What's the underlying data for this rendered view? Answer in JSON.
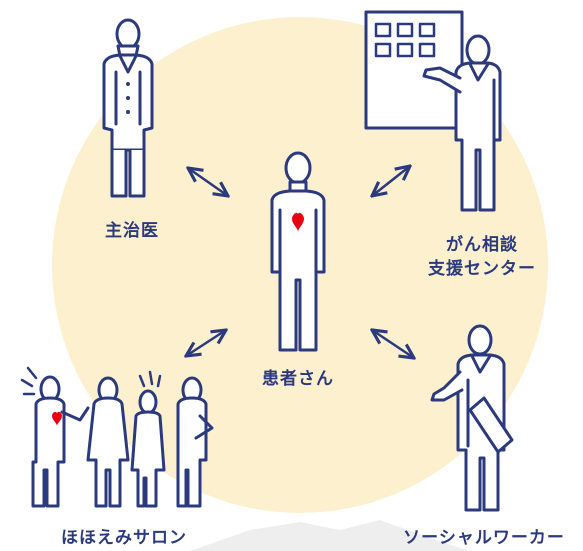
{
  "labels": {
    "doctor": "主治医",
    "center_line1": "がん相談",
    "center_line2": "支援センター",
    "patient": "患者さん",
    "salon": "ほほえみサロン",
    "worker": "ソーシャルワーカー"
  },
  "colors": {
    "navy": "#2b3a7e",
    "circle": "#fcf0cf",
    "heart": "#e60012",
    "mountain": "#eeeeee"
  }
}
